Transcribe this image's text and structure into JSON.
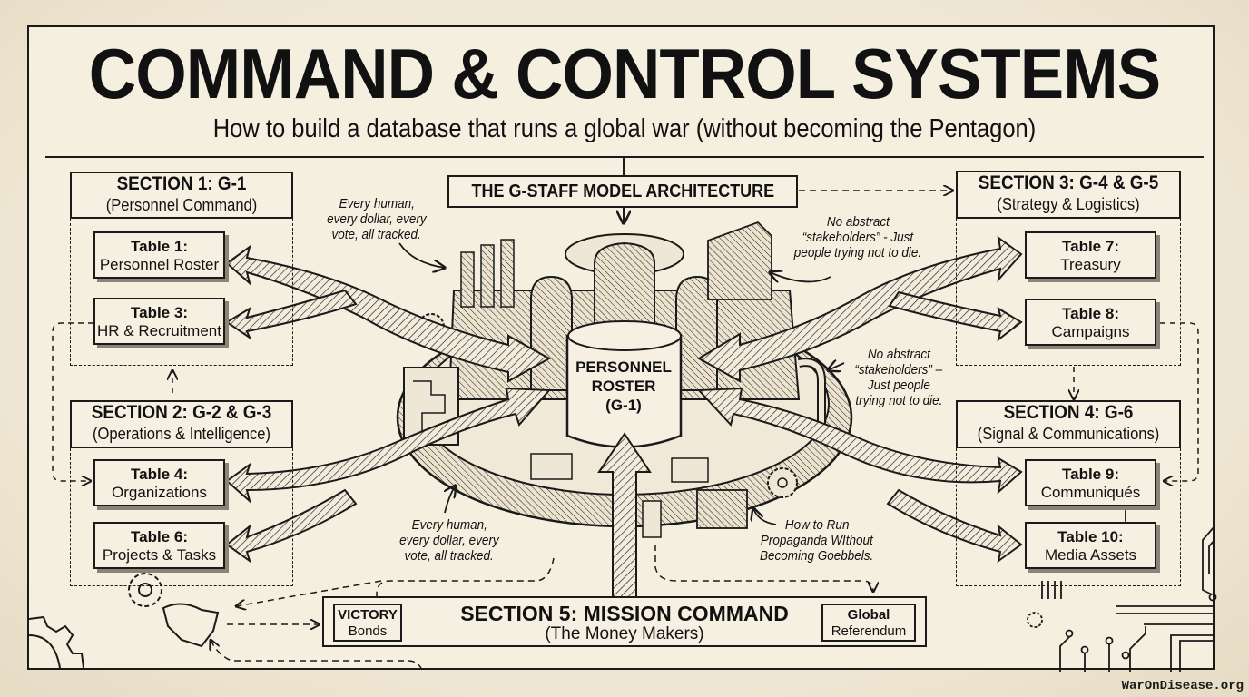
{
  "header": {
    "title": "COMMAND & CONTROL SYSTEMS",
    "subtitle": "How to build a database that runs a global war (without becoming the Pentagon)"
  },
  "architecture_label": "THE G-STAFF MODEL ARCHITECTURE",
  "core": {
    "line1": "PERSONNEL",
    "line2": "ROSTER",
    "line3": "(G-1)"
  },
  "sections": [
    {
      "id": "section-1",
      "title": "SECTION 1: G-1",
      "subtitle": "(Personnel Command)",
      "tables": [
        {
          "number": "Table 1:",
          "name": "Personnel Roster"
        },
        {
          "number": "Table 3:",
          "name": "HR & Recruitment"
        }
      ]
    },
    {
      "id": "section-2",
      "title": "SECTION 2: G-2 & G-3",
      "subtitle": "(Operations & Intelligence)",
      "tables": [
        {
          "number": "Table 4:",
          "name": "Organizations"
        },
        {
          "number": "Table 6:",
          "name": "Projects & Tasks"
        }
      ]
    },
    {
      "id": "section-3",
      "title": "SECTION 3: G-4 & G-5",
      "subtitle": "(Strategy & Logistics)",
      "tables": [
        {
          "number": "Table 7:",
          "name": "Treasury"
        },
        {
          "number": "Table 8:",
          "name": "Campaigns"
        }
      ]
    },
    {
      "id": "section-4",
      "title": "SECTION 4: G-6",
      "subtitle": "(Signal & Communications)",
      "tables": [
        {
          "number": "Table 9:",
          "name": "Communiqués"
        },
        {
          "number": "Table 10:",
          "name": "Media Assets"
        }
      ]
    }
  ],
  "mission": {
    "title": "SECTION 5: MISSION COMMAND",
    "subtitle": "(The Money Makers)",
    "left_box": {
      "bold": "VICTORY",
      "text": "Bonds"
    },
    "right_box": {
      "bold": "Global",
      "text": "Referendum"
    }
  },
  "annotations": {
    "top_left": [
      "Every human,",
      "every dollar, every",
      "vote, all tracked."
    ],
    "top_right": [
      "No abstract",
      "“stakeholders” - Just",
      "people trying not to die."
    ],
    "mid_right": [
      "No abstract",
      "“stakeholders” –",
      "Just people",
      "trying not to die."
    ],
    "bottom_left": [
      "Every human,",
      "every dollar, every",
      "vote, all tracked."
    ],
    "bottom_right": [
      "How to Run",
      "Propaganda WIthout",
      "Becoming Goebbels."
    ]
  },
  "footer": {
    "credit": "WarOnDisease.org"
  },
  "colors": {
    "paper": "#efe7d6",
    "ink": "#1a1a1a",
    "box_fill": "#f6f0e2",
    "shadow": "#8a8377"
  }
}
